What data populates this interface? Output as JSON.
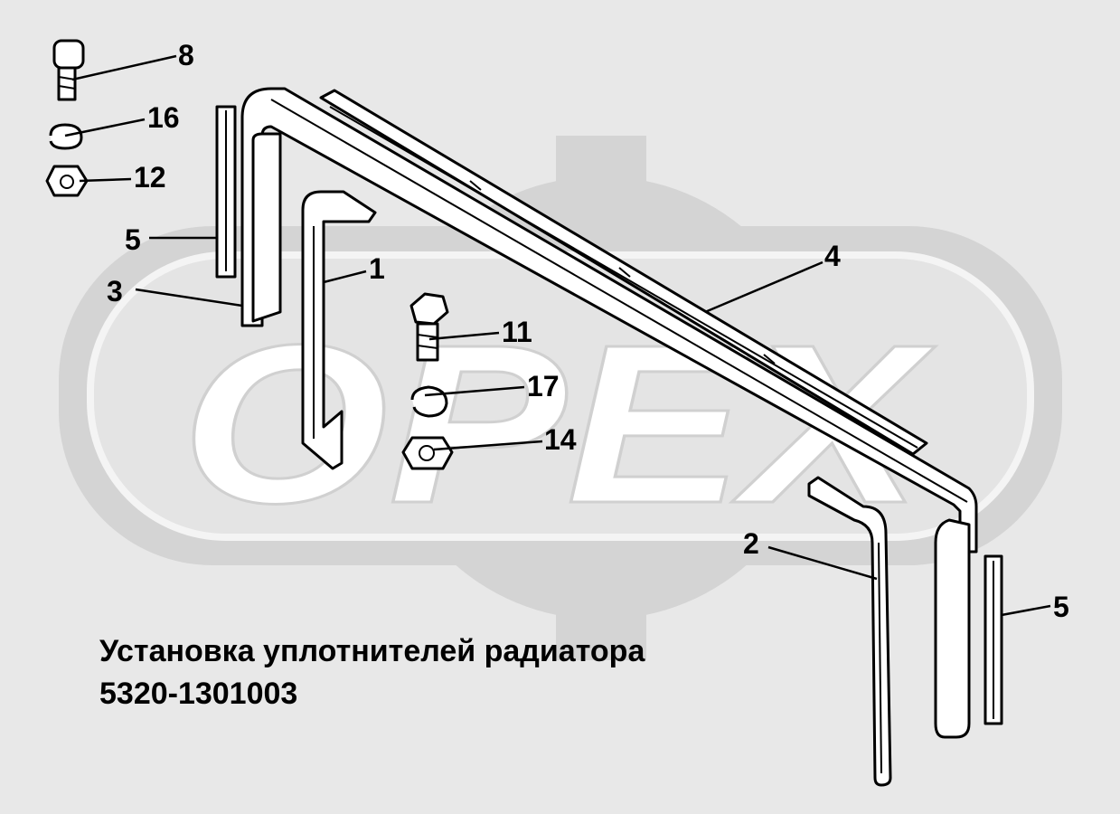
{
  "watermark": {
    "text": "OPEX"
  },
  "title": {
    "line1": "Установка уплотнителей радиатора",
    "line2": "5320-1301003"
  },
  "callouts": {
    "c8": "8",
    "c16": "16",
    "c12": "12",
    "c5_left": "5",
    "c3": "3",
    "c1": "1",
    "c11": "11",
    "c17": "17",
    "c14": "14",
    "c4": "4",
    "c2": "2",
    "c5_right": "5"
  },
  "colors": {
    "background": "#e8e8e8",
    "watermark_fill": "#d6d6d6",
    "watermark_letters": "#ffffff",
    "line": "#000000"
  }
}
